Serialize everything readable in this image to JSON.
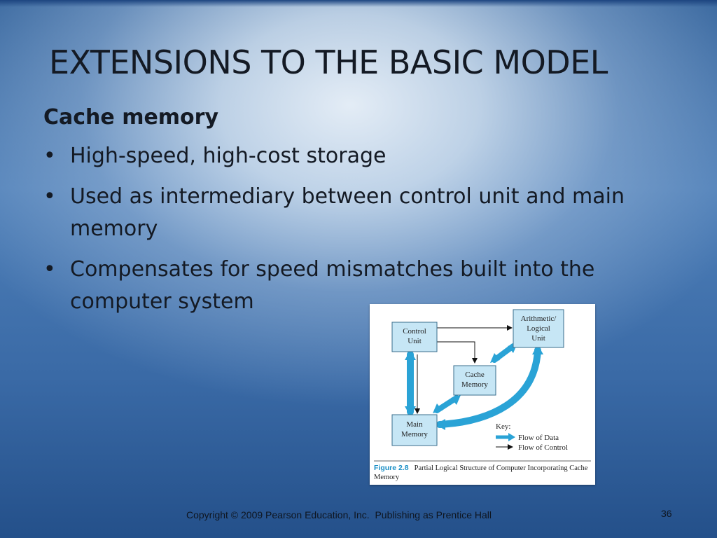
{
  "slide": {
    "title": "EXTENSIONS TO THE BASIC MODEL",
    "subheading": "Cache memory",
    "bullet_glyph": "•",
    "bullets": [
      "High-speed, high-cost storage",
      "Used as intermediary between control unit and main memory",
      "Compensates for speed mismatches built into the computer system"
    ],
    "footer": "Copyright © 2009 Pearson Education, Inc.  Publishing as Prentice Hall",
    "page_number": "36"
  },
  "figure": {
    "boxes": {
      "control_unit": [
        "Control",
        "Unit"
      ],
      "alu": [
        "Arithmetic/",
        "Logical",
        "Unit"
      ],
      "cache_memory": [
        "Cache",
        "Memory"
      ],
      "main_memory": [
        "Main",
        "Memory"
      ]
    },
    "key_title": "Key:",
    "key_data": "Flow of Data",
    "key_control": "Flow of Control",
    "caption_label": "Figure 2.8",
    "caption_text": "Partial Logical Structure of Computer Incorporating Cache Memory"
  },
  "colors": {
    "box_fill": "#c6e6f5",
    "data_flow": "#2aa3d6",
    "control_flow": "#111111",
    "figure_label": "#1a8fc6"
  }
}
